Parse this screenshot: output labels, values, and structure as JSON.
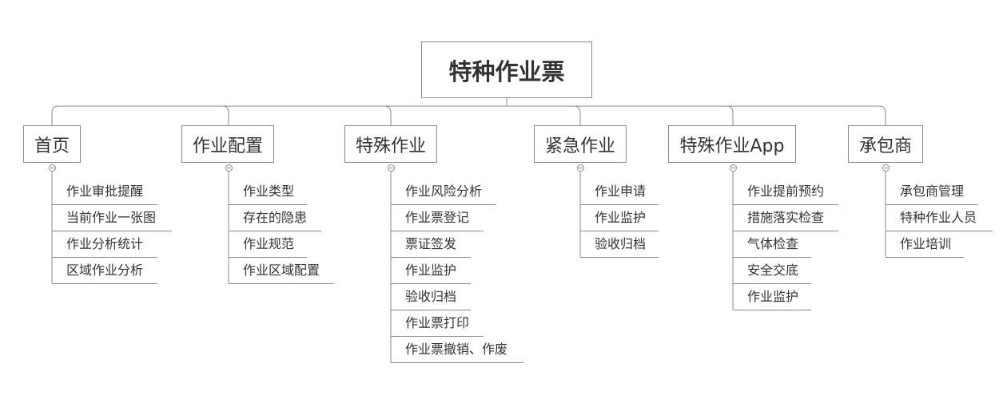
{
  "mindmap": {
    "root": "特种作业票",
    "branches": [
      {
        "label": "首页",
        "children": [
          "作业审批提醒",
          "当前作业一张图",
          "作业分析统计",
          "区域作业分析"
        ]
      },
      {
        "label": "作业配置",
        "children": [
          "作业类型",
          "存在的隐患",
          "作业规范",
          "作业区域配置"
        ]
      },
      {
        "label": "特殊作业",
        "children": [
          "作业风险分析",
          "作业票登记",
          "票证签发",
          "作业监护",
          "验收归档",
          "作业票打印",
          "作业票撤销、作废"
        ]
      },
      {
        "label": "紧急作业",
        "children": [
          "作业申请",
          "作业监护",
          "验收归档"
        ]
      },
      {
        "label": "特殊作业App",
        "children": [
          "作业提前预约",
          "措施落实检查",
          "气体检查",
          "安全交底",
          "作业监护"
        ]
      },
      {
        "label": "承包商",
        "children": [
          "承包商管理",
          "特种作业人员",
          "作业培训"
        ]
      }
    ]
  }
}
